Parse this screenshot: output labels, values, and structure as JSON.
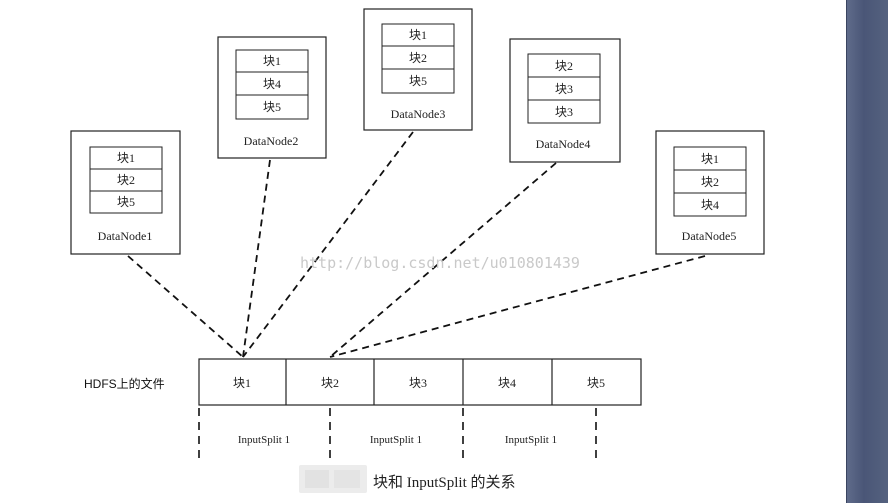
{
  "datanodes": [
    {
      "name": "DataNode1",
      "blocks": [
        "块1",
        "块2",
        "块5"
      ]
    },
    {
      "name": "DataNode2",
      "blocks": [
        "块1",
        "块4",
        "块5"
      ]
    },
    {
      "name": "DataNode3",
      "blocks": [
        "块1",
        "块2",
        "块5"
      ]
    },
    {
      "name": "DataNode4",
      "blocks": [
        "块2",
        "块3",
        "块3"
      ]
    },
    {
      "name": "DataNode5",
      "blocks": [
        "块1",
        "块2",
        "块4"
      ]
    }
  ],
  "hdfs_file": {
    "label": "HDFS上的文件",
    "blocks": [
      "块1",
      "块2",
      "块3",
      "块4",
      "块5"
    ]
  },
  "input_splits": [
    "InputSplit 1",
    "InputSplit 1",
    "InputSplit 1"
  ],
  "caption": "块和 InputSplit 的关系",
  "watermark": "http://blog.csdn.net/u010801439"
}
